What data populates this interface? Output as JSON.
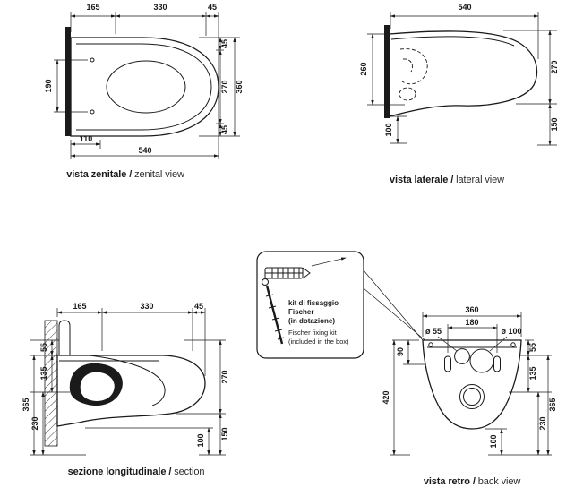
{
  "sheet": {
    "bg_color": "#ffffff",
    "line_color": "#1a1a1a"
  },
  "captions": {
    "zenital": {
      "it": "vista zenitale",
      "sep": " / ",
      "en": "zenital view"
    },
    "lateral": {
      "it": "vista laterale",
      "sep": " / ",
      "en": "lateral view"
    },
    "section": {
      "it": "sezione longitudinale",
      "sep": " / ",
      "en": "section"
    },
    "back": {
      "it": "vista retro",
      "sep": " / ",
      "en": "back view"
    }
  },
  "zenital_dims": {
    "top_165": "165",
    "top_330": "330",
    "top_45": "45",
    "left_190": "190",
    "right_45_top": "45",
    "right_270": "270",
    "right_45_bottom": "45",
    "right_360": "360",
    "bottom_110": "110",
    "bottom_540": "540"
  },
  "lateral_dims": {
    "top_540": "540",
    "left_260": "260",
    "right_270": "270",
    "right_150": "150",
    "bottom_100": "100"
  },
  "section_dims": {
    "top_165": "165",
    "top_330": "330",
    "top_45": "45",
    "left_55": "55",
    "left_135": "135",
    "left_230": "230",
    "left_365": "365",
    "right_270": "270",
    "right_150": "150",
    "bottom_100": "100"
  },
  "back_dims": {
    "top_360": "360",
    "top_180": "180",
    "dia_55": "ø 55",
    "dia_100": "ø 100",
    "left_90": "90",
    "left_420": "420",
    "right_55": "55",
    "right_135": "135",
    "right_230": "230",
    "right_365": "365",
    "bottom_100": "100"
  },
  "fixing_kit": {
    "title_line1": "kit di fissaggio",
    "title_line2": "Fischer",
    "title_line3": "(in dotazione)",
    "note_line1": "Fischer fixing kit",
    "note_line2": "(included in the box)"
  }
}
